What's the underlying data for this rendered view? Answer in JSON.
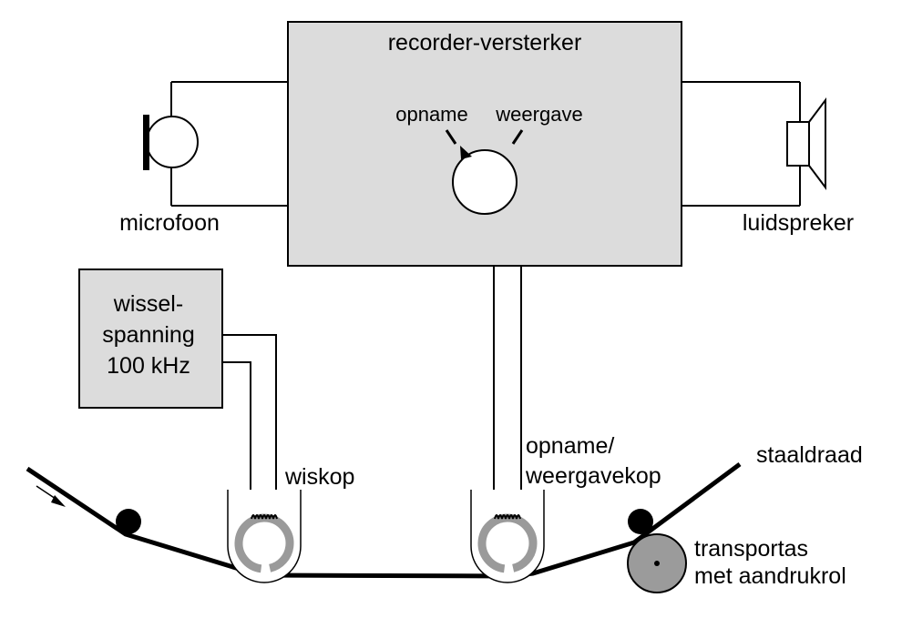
{
  "amplifier": {
    "title": "recorder-versterker",
    "mode_record": "opname",
    "mode_playback": "weergave"
  },
  "microphone": {
    "label": "microfoon"
  },
  "speaker": {
    "label": "luidspreker"
  },
  "ac_source": {
    "line1": "wissel-",
    "line2": "spanning",
    "line3": "100 kHz"
  },
  "erase_head": {
    "label": "wiskop"
  },
  "rec_head": {
    "line1": "opname/",
    "line2": "weergavekop"
  },
  "wire": {
    "label": "staaldraad"
  },
  "capstan": {
    "line1": "transportas",
    "line2": "met aandrukrol"
  },
  "colors": {
    "box_fill": "#dcdcdc",
    "core_gray": "#9a9a9a",
    "capstan_fill": "#9b9b9b"
  }
}
